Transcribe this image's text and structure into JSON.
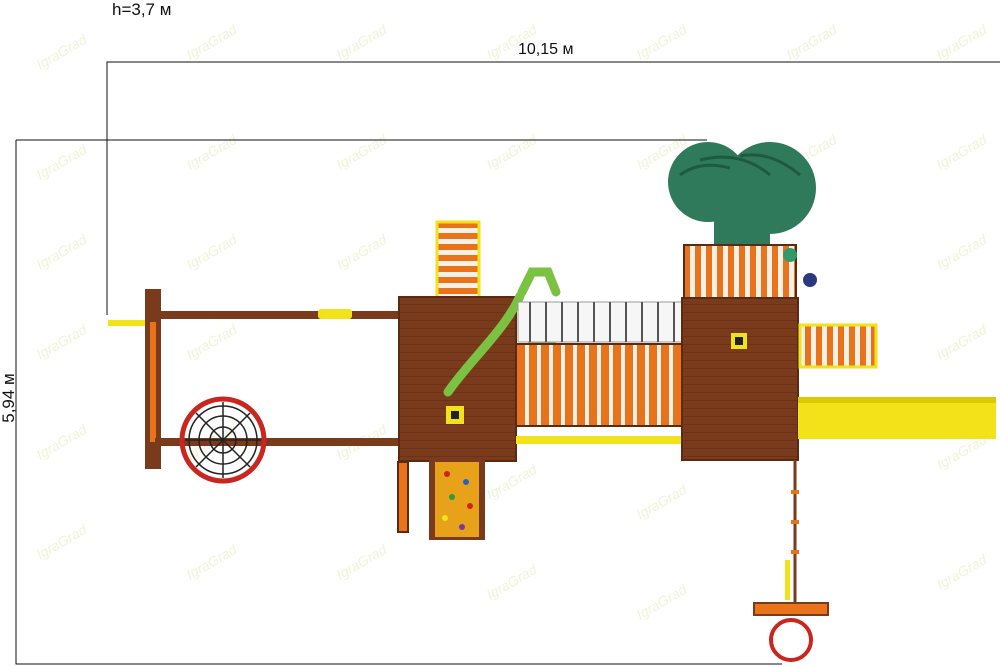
{
  "dimensions": {
    "height": "h=3,7 м",
    "length": "10,15 м",
    "width": "5,94 м"
  },
  "watermark": "IgraGrad",
  "colors": {
    "wood": "#7a3a1c",
    "wood_dark": "#5a2a12",
    "orange": "#e8731a",
    "yellow": "#f2e21a",
    "green_slide": "#2f7a5a",
    "red": "#c8261e",
    "logo_green": "#7cc242"
  }
}
